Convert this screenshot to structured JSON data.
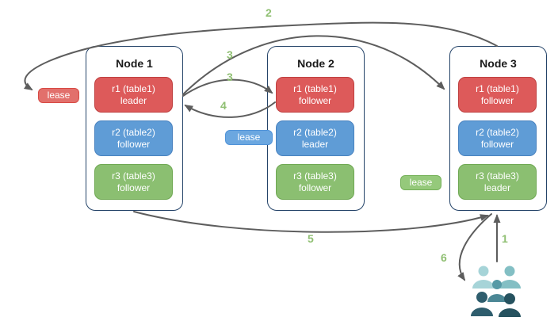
{
  "nodes": [
    {
      "title": "Node 1",
      "replicas": [
        {
          "name": "r1 (table1)",
          "role": "leader"
        },
        {
          "name": "r2 (table2)",
          "role": "follower"
        },
        {
          "name": "r3 (table3)",
          "role": "follower"
        }
      ]
    },
    {
      "title": "Node 2",
      "replicas": [
        {
          "name": "r1 (table1)",
          "role": "follower"
        },
        {
          "name": "r2 (table2)",
          "role": "leader"
        },
        {
          "name": "r3 (table3)",
          "role": "follower"
        }
      ]
    },
    {
      "title": "Node 3",
      "replicas": [
        {
          "name": "r1 (table1)",
          "role": "follower"
        },
        {
          "name": "r2 (table2)",
          "role": "follower"
        },
        {
          "name": "r3 (table3)",
          "role": "leader"
        }
      ]
    }
  ],
  "leases": [
    {
      "label": "lease",
      "color": "#e2706c"
    },
    {
      "label": "lease",
      "color": "#6ba7e0"
    },
    {
      "label": "lease",
      "color": "#95c97b"
    }
  ],
  "arrow_labels": [
    {
      "label": "1"
    },
    {
      "label": "2"
    },
    {
      "label": "3"
    },
    {
      "label": "3"
    },
    {
      "label": "4"
    },
    {
      "label": "5"
    },
    {
      "label": "6"
    }
  ],
  "icons": {
    "users": "users-icon"
  },
  "colors": {
    "replica_red": "#dd5a5a",
    "replica_blue": "#5f9cd6",
    "replica_green": "#8bbf71",
    "node_border": "#254469",
    "arrow": "#5d5d5d",
    "arrow_label_green": "#8fbf72",
    "users_light": "#a6d4d8",
    "users_medium": "#569aa6",
    "users_dark": "#2e5d6d"
  }
}
